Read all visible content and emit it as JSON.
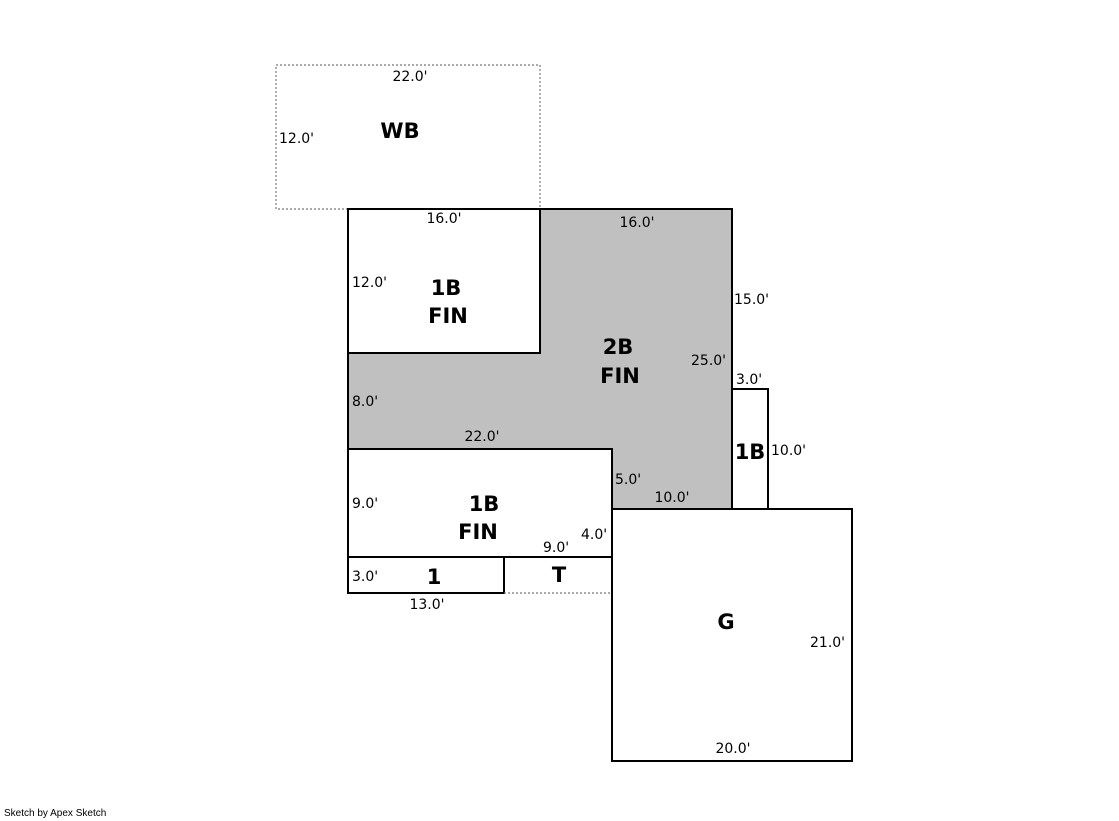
{
  "sketch": {
    "colors": {
      "finished_second": "#c0c0c0",
      "line": "#000000",
      "background": "#ffffff"
    },
    "areas": {
      "wb": {
        "label": "WB",
        "dims": [
          "22.0'",
          "12.0'"
        ]
      },
      "first_fin_upper": {
        "label_1": "1B",
        "label_2": "FIN",
        "dims": [
          "16.0'",
          "12.0'"
        ]
      },
      "second_fin": {
        "label_1": "2B",
        "label_2": "FIN",
        "dims": [
          "16.0'",
          "15.0'",
          "25.0'",
          "8.0'",
          "22.0'",
          "5.0'",
          "10.0'"
        ]
      },
      "first_small": {
        "label": "1B",
        "dims": [
          "3.0'",
          "10.0'"
        ]
      },
      "first_fin_lower": {
        "label_1": "1B",
        "label_2": "FIN",
        "dims": [
          "9.0'",
          "4.0'",
          "9.0'"
        ]
      },
      "first": {
        "label": "1",
        "dims": [
          "3.0'",
          "13.0'"
        ]
      },
      "t": {
        "label": "T"
      },
      "garage": {
        "label": "G",
        "dims": [
          "21.0'",
          "20.0'"
        ]
      }
    }
  },
  "footer": {
    "credit": "Sketch by Apex Sketch"
  }
}
